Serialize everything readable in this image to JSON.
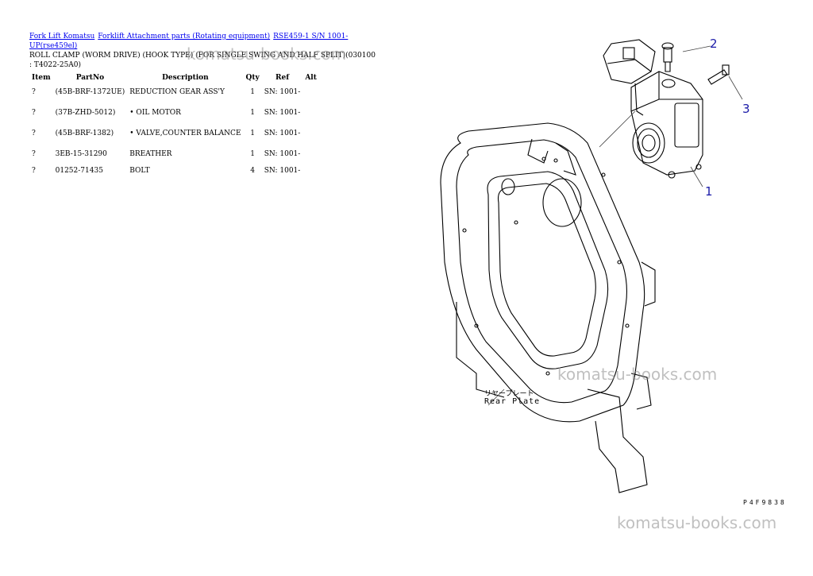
{
  "breadcrumbs": [
    "Fork Lift Komatsu",
    "Forklift Attachment parts (Rotating equipment)",
    "RSE459-1 S/N 1001-UP(rse459el)"
  ],
  "page_title": "ROLL CLAMP (WORM DRIVE) (HOOK TYPE) (FOR SINGLE SWING AND HALF SPLIT)(030100 : T4022-25A0)",
  "table": {
    "headers": [
      "Item",
      "PartNo",
      "Description",
      "Qty",
      "Ref",
      "Alt"
    ],
    "rows": [
      {
        "item": "?",
        "partno": "(45B-BRF-1372UE)",
        "desc": "REDUCTION GEAR ASS'Y",
        "qty": "1",
        "ref": "SN: 1001-",
        "alt": ""
      },
      {
        "item": "?",
        "partno": "(37B-ZHD-5012)",
        "desc": "• OIL MOTOR",
        "qty": "1",
        "ref": "SN: 1001-",
        "alt": ""
      },
      {
        "item": "?",
        "partno": "(45B-BRF-1382)",
        "desc": "• VALVE,COUNTER BALANCE",
        "qty": "1",
        "ref": "SN: 1001-",
        "alt": ""
      },
      {
        "item": "?",
        "partno": "3EB-15-31290",
        "desc": "BREATHER",
        "qty": "1",
        "ref": "SN: 1001-",
        "alt": ""
      },
      {
        "item": "?",
        "partno": "01252-71435",
        "desc": "BOLT",
        "qty": "4",
        "ref": "SN: 1001-",
        "alt": ""
      }
    ]
  },
  "watermark": "komatsu-books.com",
  "diagram": {
    "callouts": [
      "2",
      "3",
      "1"
    ],
    "rear_plate_jp": "リヤープレート",
    "rear_plate_en": "Rear Plate",
    "drawing_code": "P4F9838",
    "accent_color": "#1a1aa8"
  }
}
